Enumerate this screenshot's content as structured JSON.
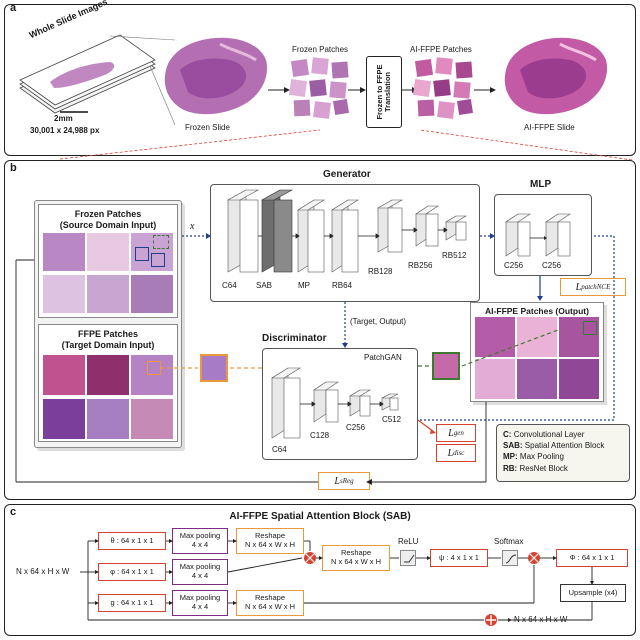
{
  "panel_a": {
    "label": "a",
    "wsi_title": "Whole Slide Images",
    "scale_bar": "2mm",
    "dimensions": "30,001 x 24,988 px",
    "frozen_slide": "Frozen Slide",
    "frozen_patches": "Frozen Patches",
    "translation": "Frozen to FFPE Translation",
    "aiffpe_patches": "AI-FFPE Patches",
    "aiffpe_slide": "AI-FFPE Slide"
  },
  "panel_b": {
    "label": "b",
    "frozen_patches_title": "Frozen Patches",
    "frozen_patches_sub": "(Source Domain Input)",
    "ffpe_patches_title": "FFPE Patches",
    "ffpe_patches_sub": "(Target Domain Input)",
    "x_label": "x",
    "generator": {
      "title": "Generator",
      "layers": [
        "C64",
        "SAB",
        "MP",
        "RB64",
        "RB128",
        "RB256",
        "RB512"
      ]
    },
    "mlp": {
      "title": "MLP",
      "layers": [
        "C256",
        "C256"
      ],
      "loss": "L",
      "loss_sub": "patchNCE"
    },
    "target_output": "(Target, Output)",
    "discriminator": {
      "title": "Discriminator",
      "subtitle": "PatchGAN",
      "layers": [
        "C64",
        "C128",
        "C256",
        "C512"
      ]
    },
    "loss_gen": "L",
    "loss_gen_sub": "gen",
    "loss_disc": "L",
    "loss_disc_sub": "disc",
    "loss_sreg": "L",
    "loss_sreg_sub": "sReg",
    "aiffpe_output": "AI-FFPE Patches (Output)",
    "legend": [
      {
        "key": "C:",
        "value": "Convolutional Layer"
      },
      {
        "key": "SAB:",
        "value": "Spatial Attention Block"
      },
      {
        "key": "MP:",
        "value": "Max Pooling"
      },
      {
        "key": "RB:",
        "value": "ResNet Block"
      }
    ]
  },
  "panel_c": {
    "label": "c",
    "title": "AI-FFPE Spatial Attention Block (SAB)",
    "input": "N x 64 x H x W",
    "theta": "θ : 64 x 1 x 1",
    "phi": "φ : 64 x 1 x 1",
    "g": "g : 64 x 1 x 1",
    "maxpool_label": "Max pooling",
    "maxpool_size": "4 x 4",
    "reshape_label": "Reshape",
    "reshape_dims": "N x 64 x W x H",
    "relu": "ReLU",
    "psi": "ψ : 4 x 1 x 1",
    "softmax": "Softmax",
    "Phi": "Φ : 64 x 1 x 1",
    "upsample": "Upsample (x4)",
    "output": "N x 64 x H x W"
  },
  "colors": {
    "red": "#d9412f",
    "purple": "#7b2d83",
    "orange": "#e89a3a",
    "navy": "#1f3f8a",
    "green": "#3d7a2e",
    "tissue_pink": "#d59ac0",
    "tissue_purple": "#8a4a9a"
  }
}
